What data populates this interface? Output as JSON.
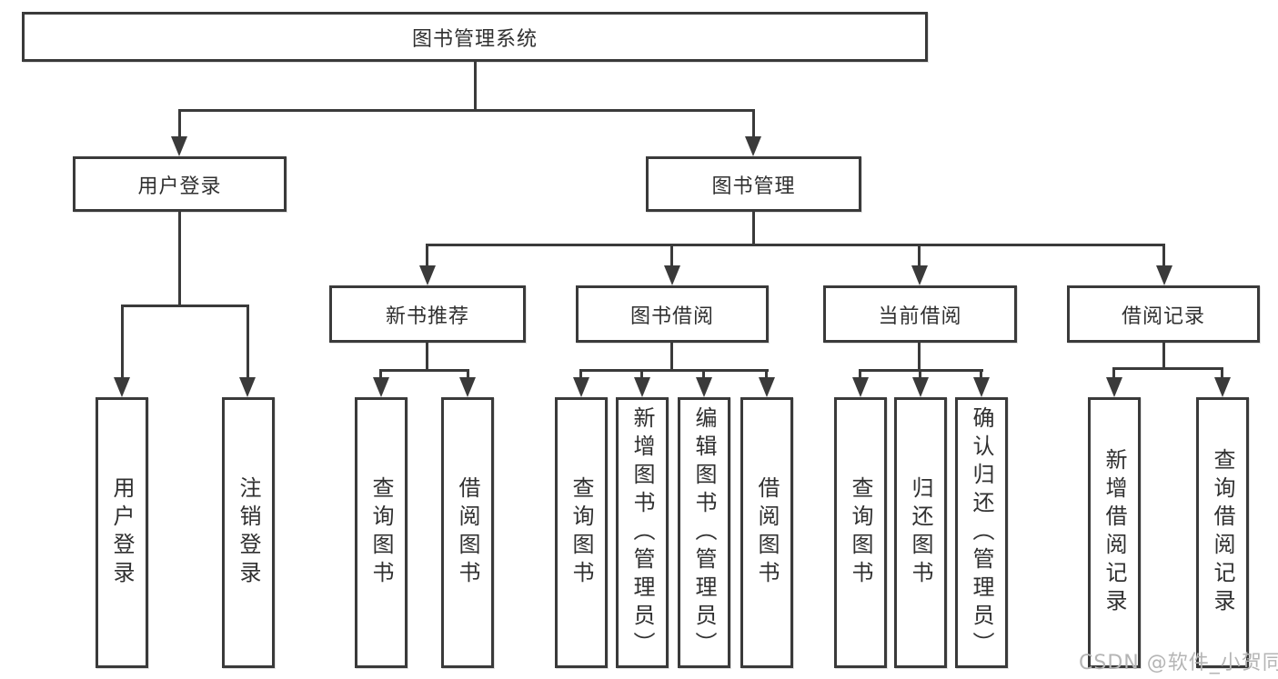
{
  "tree": {
    "title": "图书管理系统",
    "branches": [
      {
        "label": "用户登录",
        "children": [
          "用户登录",
          "注销登录"
        ]
      },
      {
        "label": "图书管理",
        "children": [
          {
            "label": "新书推荐",
            "children": [
              "查询图书",
              "借阅图书"
            ]
          },
          {
            "label": "图书借阅",
            "children": [
              "查询图书",
              "新增图书（管理员）",
              "编辑图书（管理员）",
              "借阅图书"
            ]
          },
          {
            "label": "当前借阅",
            "children": [
              "查询图书",
              "归还图书",
              "确认归还（管理员）"
            ]
          },
          {
            "label": "借阅记录",
            "children": [
              "新增借阅记录",
              "查询借阅记录"
            ]
          }
        ]
      }
    ]
  },
  "watermark": {
    "text": "CSDN @软件_小贺同学"
  },
  "colors": {
    "line": "#3a3a3a",
    "text": "#303030",
    "watermark": "#b5b5b5",
    "background": "#ffffff"
  }
}
